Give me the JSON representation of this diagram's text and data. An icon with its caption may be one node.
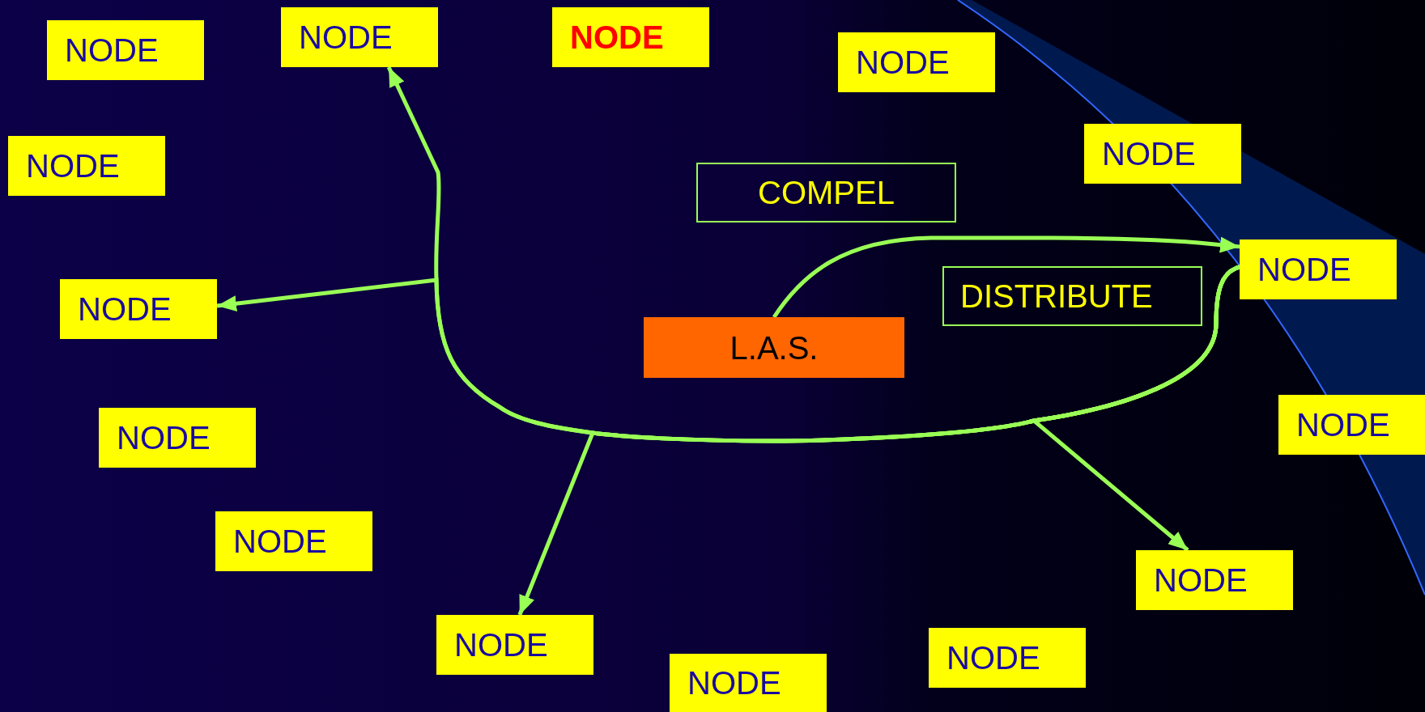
{
  "diagram": {
    "nodes": [
      {
        "text": [
          "NODE"
        ]
      },
      {
        "text": [
          "NODE"
        ]
      },
      {
        "text": [
          "NODE"
        ]
      },
      {
        "text": [
          "NODE"
        ]
      },
      {
        "text": [
          "NODE"
        ]
      },
      {
        "text": [
          "NODE"
        ]
      },
      {
        "text": [
          "COMPEL"
        ]
      },
      {
        "text": [
          "NODE"
        ]
      },
      {
        "text": [
          "DISTRIBUTE"
        ]
      },
      {
        "text": [
          "NODE"
        ]
      },
      {
        "text": [
          "L.A.S."
        ]
      },
      {
        "text": [
          "NODE"
        ]
      },
      {
        "text": [
          "NODE"
        ]
      },
      {
        "text": [
          "NODE"
        ]
      },
      {
        "text": [
          "NODE"
        ]
      },
      {
        "text": [
          "NODE"
        ]
      },
      {
        "text": [
          "NODE"
        ]
      },
      {
        "text": [
          "NODE"
        ]
      }
    ],
    "edges": [
      {
        "from": 10,
        "to": 7,
        "arrow": "to"
      },
      {
        "from": 7,
        "to": 1,
        "arrow": "to"
      },
      {
        "from": 7,
        "to": 9,
        "arrow": "to"
      },
      {
        "from": 7,
        "to": 15,
        "arrow": "to"
      },
      {
        "from": 7,
        "to": 14,
        "arrow": "to"
      }
    ]
  }
}
